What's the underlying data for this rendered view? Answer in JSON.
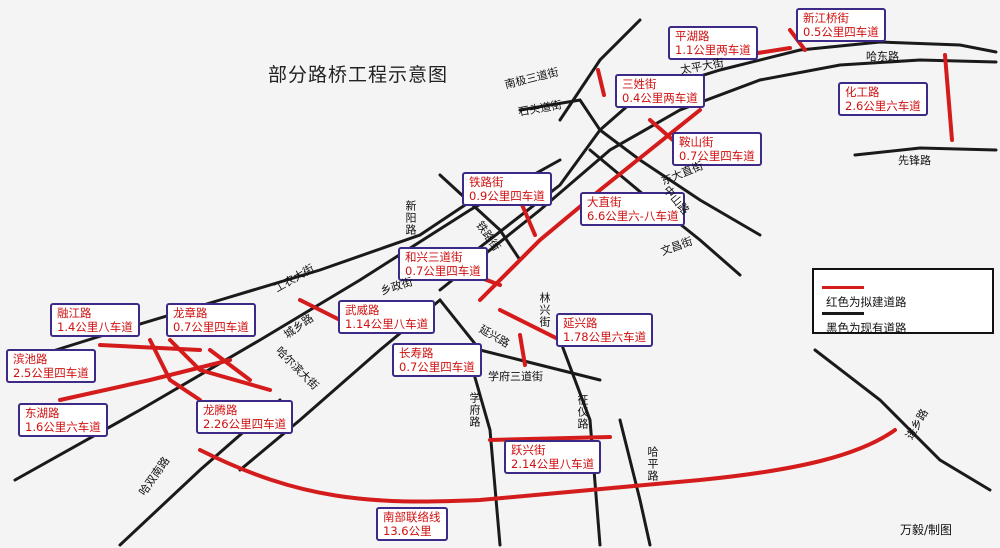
{
  "title": "部分路桥工程示意图",
  "colors": {
    "planned": "#d41c1c",
    "existing": "#1a1a1a",
    "label_border": "#3c2a86"
  },
  "legend": {
    "planned": "红色为拟建道路",
    "existing": "黑色为现有道路"
  },
  "credit": "万毅/制图",
  "projects": [
    {
      "name": "平湖路",
      "detail": "1.1公里两车道"
    },
    {
      "name": "新江桥街",
      "detail": "0.5公里四车道"
    },
    {
      "name": "三姓街",
      "detail": "0.4公里两车道"
    },
    {
      "name": "化工路",
      "detail": "2.6公里六车道"
    },
    {
      "name": "鞍山街",
      "detail": "0.7公里四车道"
    },
    {
      "name": "铁路街",
      "detail": "0.9公里四车道"
    },
    {
      "name": "大直街",
      "detail": "6.6公里六-八车道"
    },
    {
      "name": "和兴三道街",
      "detail": "0.7公里四车道"
    },
    {
      "name": "融江路",
      "detail": "1.4公里八车道"
    },
    {
      "name": "龙章路",
      "detail": "0.7公里四车道"
    },
    {
      "name": "武威路",
      "detail": "1.14公里八车道"
    },
    {
      "name": "延兴路",
      "detail": "1.78公里六车道"
    },
    {
      "name": "滨池路",
      "detail": "2.5公里四车道"
    },
    {
      "name": "长寿路",
      "detail": "0.7公里四车道"
    },
    {
      "name": "东湖路",
      "detail": "1.6公里六车道"
    },
    {
      "name": "龙腾路",
      "detail": "2.26公里四车道"
    },
    {
      "name": "跃兴街",
      "detail": "2.14公里八车道"
    },
    {
      "name": "南部联络线",
      "detail": "13.6公里"
    }
  ],
  "streets": [
    "南极三道街",
    "太平大街",
    "哈东路",
    "石头道街",
    "先锋路",
    "东大直街",
    "中山路",
    "文昌街",
    "新阳路",
    "铁路街",
    "乡政街",
    "工农大街",
    "城乡路",
    "延兴路",
    "林兴街",
    "学府三道街",
    "哈尔滨大街",
    "学府路",
    "征仪路",
    "哈平路",
    "哈双南路",
    "进乡路"
  ]
}
